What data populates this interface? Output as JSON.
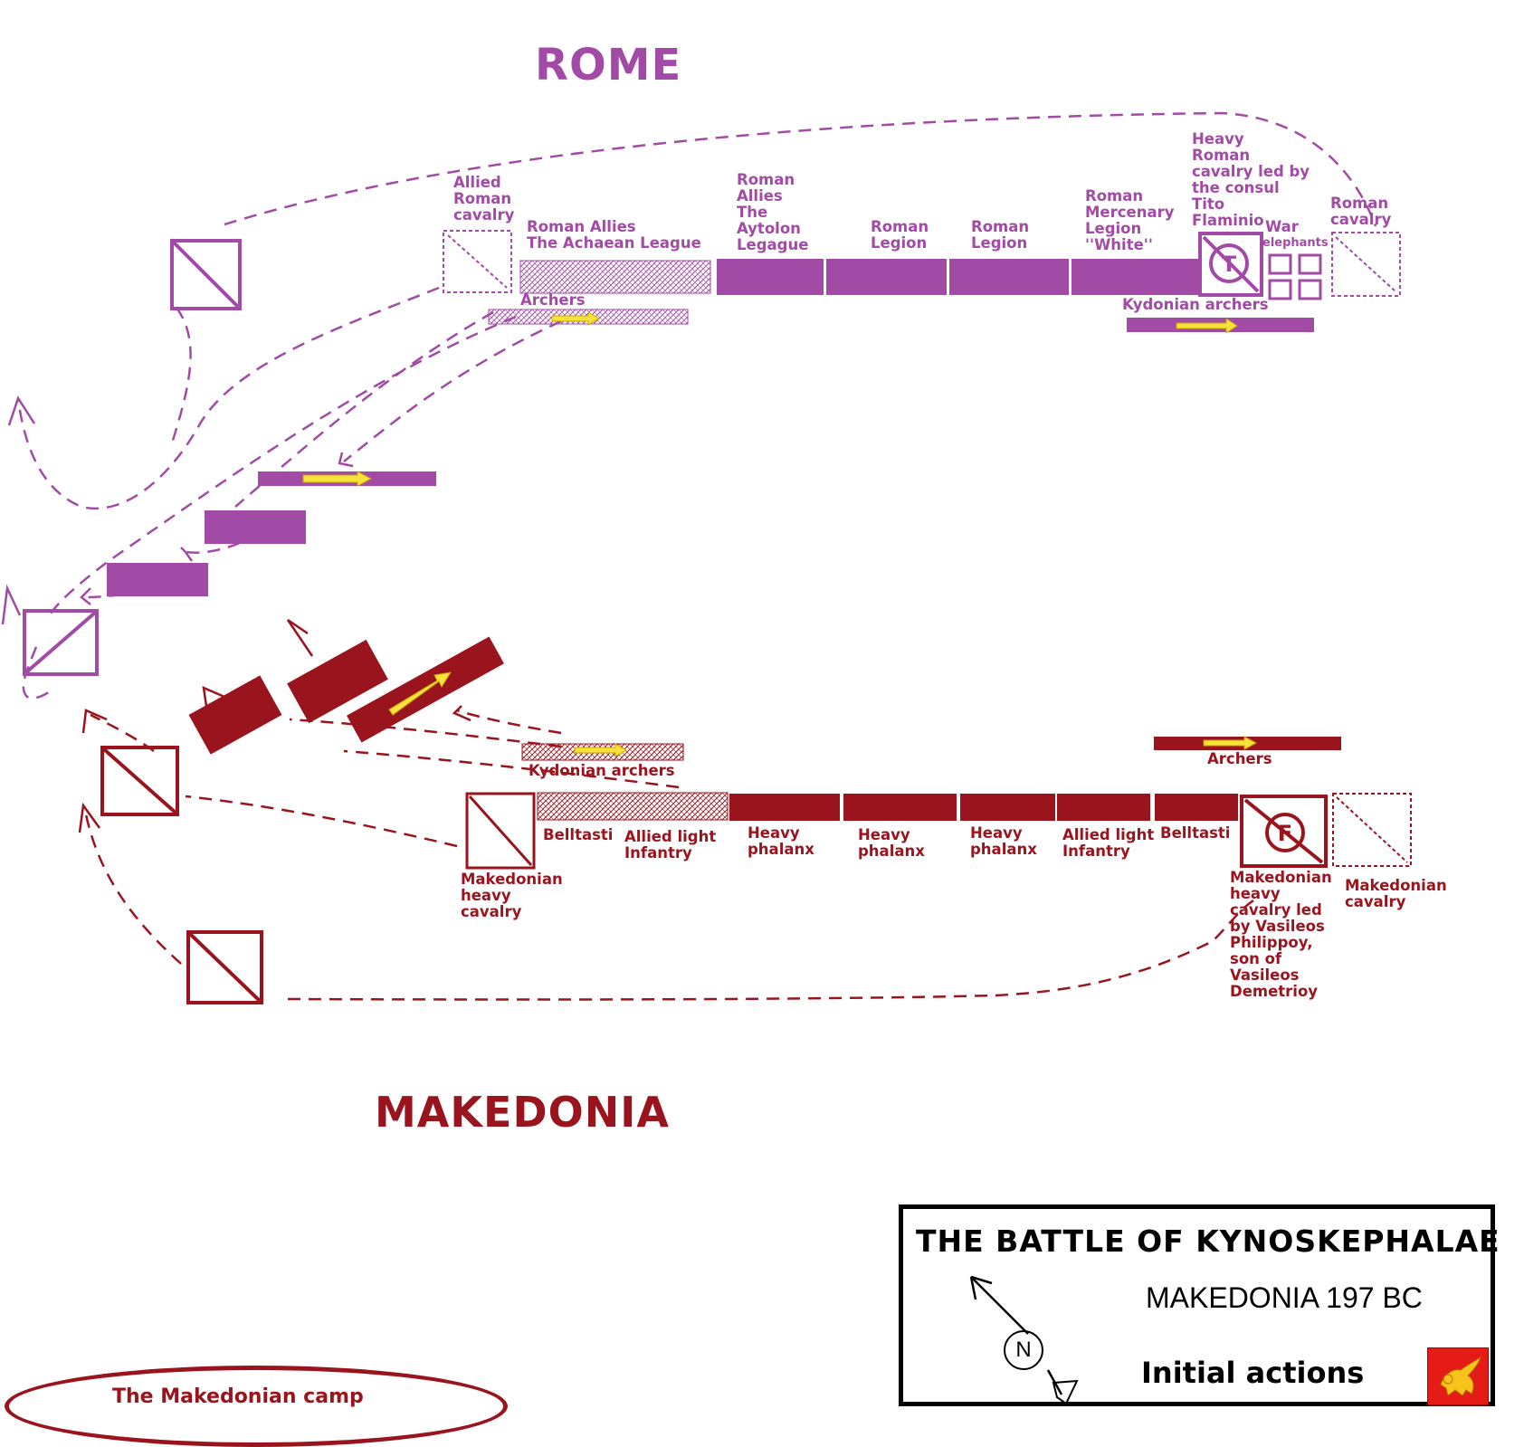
{
  "title_rome": "ROME",
  "title_makedonia": "MAKEDONIA",
  "rome_labels": {
    "allied_cavalry": "Allied\nRoman\ncavalry",
    "achaean": "Roman Allies\nThe Achaean League",
    "archers": "Archers",
    "aytolon": "Roman\nAllies\nThe\nAytolon\nLegague",
    "legion1": "Roman\nLegion",
    "legion2": "Roman\nLegion",
    "mercenary": "Roman\nMercenary\nLegion\n''White''",
    "heavy_cavalry": "Heavy\nRoman\ncavalry led by\nthe consul\nTito\nFlaminio",
    "war": "War",
    "elephants": "elephants",
    "right_cavalry": "Roman\ncavalry",
    "kydonian": "Kydonian archers"
  },
  "mak_labels": {
    "kydonian": "Kydonian archers",
    "archers": "Archers",
    "belltasti_left": "Belltasti",
    "allied_left": "Allied light\nInfantry",
    "phalanx1": "Heavy\nphalanx",
    "phalanx2": "Heavy\nphalanx",
    "phalanx3": "Heavy\nphalanx",
    "allied_right": "Allied light\nInfantry",
    "belltasti_right": "Belltasti",
    "heavy_cavalry_left": "Makedonian\nheavy\ncavalry",
    "heavy_cavalry_right": "Makedonian\nheavy\ncavalry led\nby Vasileos\nPhilippoy,\nson of\nVasileos\nDemetrioy",
    "cavalry_right": "Makedonian\ncavalry"
  },
  "commander_rome": "T",
  "commander_mak": "F",
  "legend": {
    "title": "THE BATTLE OF KYNOSKEPHALAE",
    "subtitle": "MAKEDONIA 197 BC",
    "phase": "Initial actions",
    "north": "N",
    "flag_icon": "winged-lion-flag-icon"
  },
  "camp_label": "The Makedonian camp",
  "colors": {
    "rome": "#a24ba6",
    "makedonia": "#9a141d",
    "arrow": "#f7e23a"
  }
}
